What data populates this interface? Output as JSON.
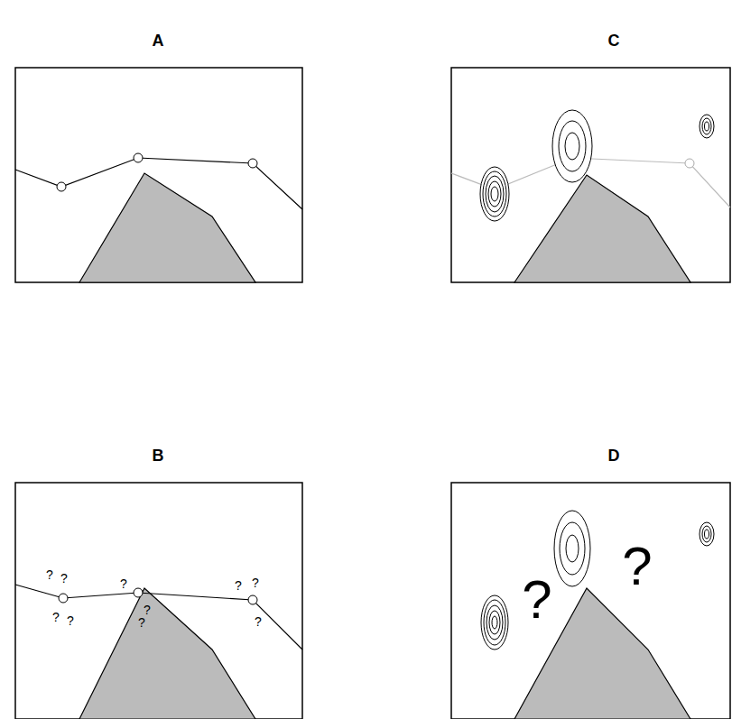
{
  "diagram": {
    "labels": [
      "A",
      "C",
      "B",
      "D",
      "?",
      "?",
      "?",
      "?",
      "?",
      "?",
      "?",
      "?",
      "?",
      "?",
      "?",
      "?"
    ]
  }
}
